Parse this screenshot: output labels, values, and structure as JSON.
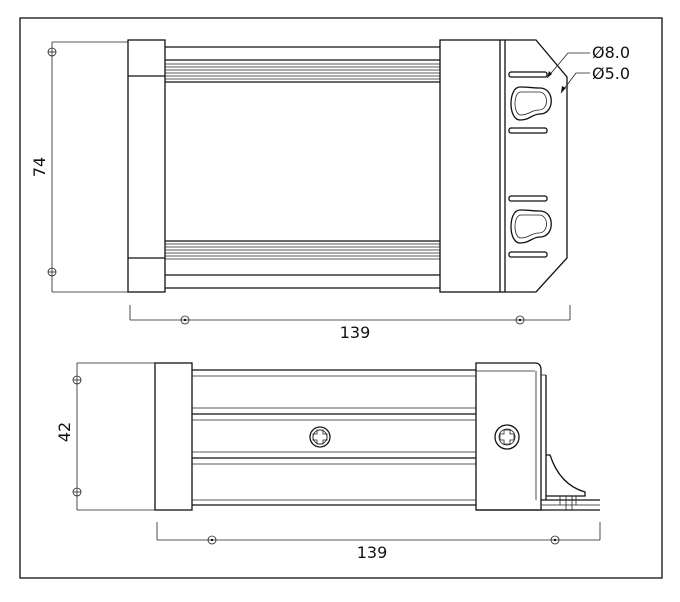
{
  "top_view": {
    "height_dim": "74",
    "length_dim": "139",
    "hole_large": "Ø8.0",
    "hole_small": "Ø5.0"
  },
  "side_view": {
    "height_dim": "42",
    "length_dim": "139"
  }
}
